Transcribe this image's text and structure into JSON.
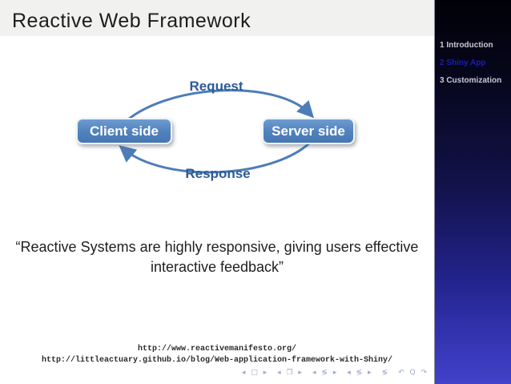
{
  "header": {
    "title": "Reactive Web Framework"
  },
  "sidebar": {
    "items": [
      {
        "label": "1 Introduction",
        "active": false
      },
      {
        "label": "2 Shiny App",
        "active": true
      },
      {
        "label": "3 Customization",
        "active": false
      }
    ]
  },
  "diagram": {
    "request_label": "Request",
    "response_label": "Response",
    "client_box": "Client side",
    "server_box": "Server side"
  },
  "quote": {
    "text": "“Reactive Systems are highly responsive, giving users effective interactive feedback”"
  },
  "links": {
    "line1": "http://www.reactivemanifesto.org/",
    "line2": "http://littleactuary.github.io/blog/Web-application-framework-with-Shiny/"
  },
  "nav_symbols": {
    "slide_nav": "◂ □ ▸",
    "frame_nav": "◂ ❐ ▸",
    "subsection_nav": "◂ ≶ ▸",
    "section_nav": "◂ ≶ ▸",
    "presentation_symbol": "≶",
    "history_search": "↶ Q ↷"
  },
  "colors": {
    "accent_blue": "#4f81bd",
    "arc_blue": "#4d7db8",
    "label_blue": "#2d5b97",
    "header_bg": "#f1f1ef",
    "sidebar_active": "#1c1cb4",
    "sidebar_text": "#c9c9d6",
    "sidebar_gradient_top": "#010108",
    "sidebar_gradient_bottom": "#4242ca"
  }
}
